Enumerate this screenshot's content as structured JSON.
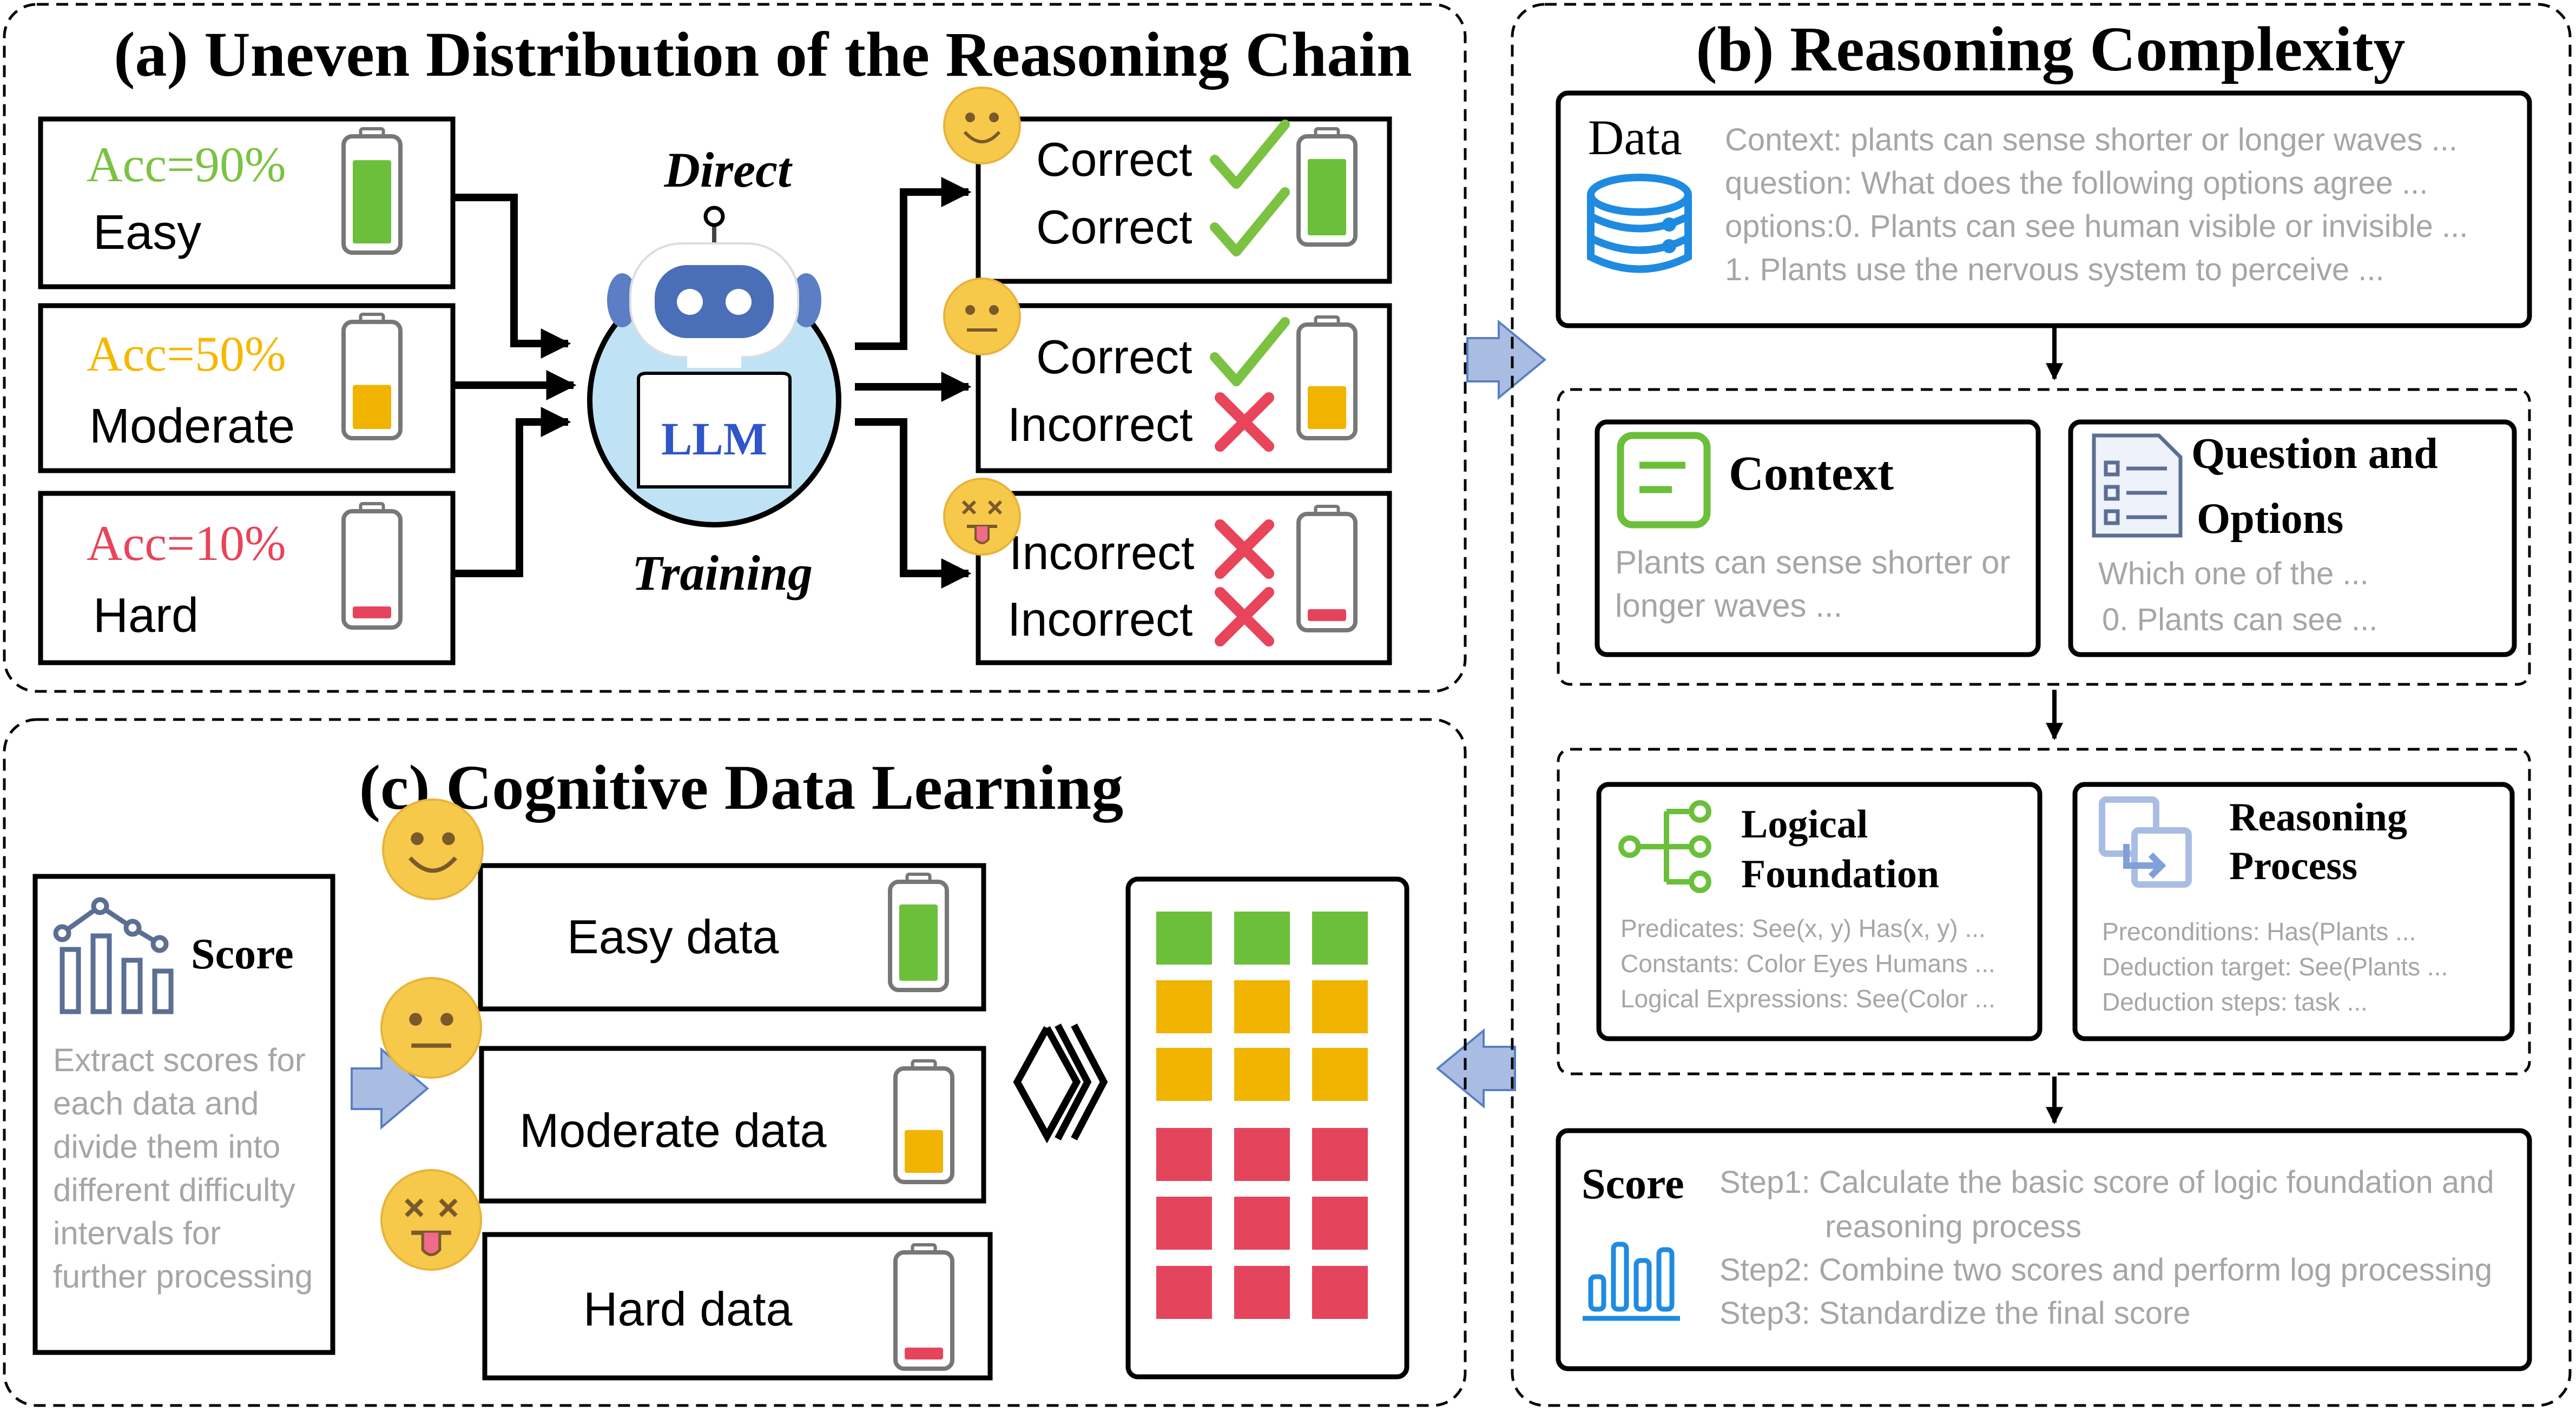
{
  "panel_a": {
    "title": "(a) Uneven Distribution of the Reasoning Chain",
    "direct_label": "Direct",
    "training_label": "Training",
    "llm_label": "LLM",
    "inputs": [
      {
        "acc": "Acc=90%",
        "level": "Easy",
        "color": "#7CC242",
        "battery": "#6BBF3A",
        "fill": 0.85
      },
      {
        "acc": "Acc=50%",
        "level": "Moderate",
        "color": "#F5B800",
        "battery": "#F0B400",
        "fill": 0.45
      },
      {
        "acc": "Acc=10%",
        "level": "Hard",
        "color": "#E8445A",
        "battery": "#E5455C",
        "fill": 0.12
      }
    ],
    "outputs": [
      {
        "face": "smile",
        "lines": [
          {
            "text": "Correct",
            "mark": "check"
          },
          {
            "text": "Correct",
            "mark": "check"
          }
        ],
        "battery": "#6BBF3A",
        "fill": 0.85
      },
      {
        "face": "neutral",
        "lines": [
          {
            "text": "Correct",
            "mark": "check"
          },
          {
            "text": "Incorrect",
            "mark": "cross"
          }
        ],
        "battery": "#F0B400",
        "fill": 0.45
      },
      {
        "face": "dizzy",
        "lines": [
          {
            "text": "Incorrect",
            "mark": "cross"
          },
          {
            "text": "Incorrect",
            "mark": "cross"
          }
        ],
        "battery": "#E5455C",
        "fill": 0.12
      }
    ]
  },
  "panel_b": {
    "title": "(b)  Reasoning Complexity",
    "data_label": "Data",
    "data_lines": [
      "Context: plants can sense shorter or longer waves ...",
      "question: What does the following  options agree ...",
      "options:0. Plants can see human visible or invisible ...",
      "1. Plants use the nervous system to perceive ..."
    ],
    "context_title": "Context",
    "context_lines": [
      "Plants can sense shorter or",
      "longer waves ..."
    ],
    "question_title_1": "Question and",
    "question_title_2": "Options",
    "question_lines": [
      "Which one of the ...",
      "0. Plants can see ..."
    ],
    "logical_title_1": "Logical",
    "logical_title_2": "Foundation",
    "logical_lines": [
      "Predicates: See(x, y)  Has(x, y) ...",
      "Constants: Color Eyes Humans ...",
      "Logical Expressions: See(Color ..."
    ],
    "reasoning_title_1": "Reasoning",
    "reasoning_title_2": "Process",
    "reasoning_lines": [
      "Preconditions: Has(Plants ...",
      "Deduction target: See(Plants ...",
      "Deduction steps: task ..."
    ],
    "score_label": "Score",
    "score_lines": [
      "Step1: Calculate the basic score of logic foundation and",
      "reasoning process",
      "Step2: Combine two scores and perform log processing",
      "Step3: Standardize the final score"
    ]
  },
  "panel_c": {
    "title": "(c)  Cognitive Data Learning",
    "score_label": "Score",
    "score_desc": [
      "Extract scores for",
      "each data and",
      "divide them into",
      "different difficulty",
      "intervals for",
      "further processing"
    ],
    "levels": [
      {
        "label": "Easy data",
        "face": "smile",
        "battery": "#6BBF3A",
        "fill": 0.85
      },
      {
        "label": "Moderate data",
        "face": "neutral",
        "battery": "#F0B400",
        "fill": 0.45
      },
      {
        "label": "Hard data",
        "face": "dizzy",
        "battery": "#E5455C",
        "fill": 0.12
      }
    ],
    "grid_rows": [
      "#6BBF3A",
      "#F0B400",
      "#F0B400",
      "#E5455C",
      "#E5455C",
      "#E5455C"
    ]
  },
  "colors": {
    "gray_text": "#A6A6A6",
    "arrow_fill": "#A9BDE3",
    "icon_green": "#6BBF3A",
    "icon_blue": "#1F8BE0",
    "icon_gray_blue": "#5B6E94",
    "face": "#F7C94B"
  }
}
